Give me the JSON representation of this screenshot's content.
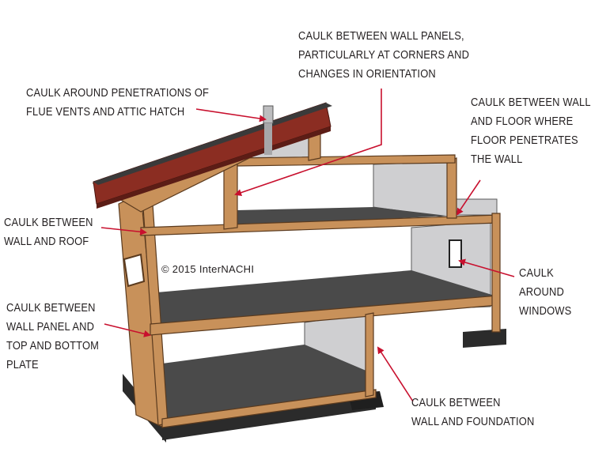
{
  "callouts": {
    "wall_panels": [
      "CAULK BETWEEN WALL PANELS,",
      "PARTICULARLY AT CORNERS AND",
      "CHANGES IN ORIENTATION"
    ],
    "penetrations": [
      "CAULK AROUND PENETRATIONS OF",
      "FLUE VENTS AND ATTIC HATCH"
    ],
    "wall_floor": [
      "CAULK BETWEEN WALL",
      "AND FLOOR WHERE",
      "FLOOR PENETRATES",
      "THE WALL"
    ],
    "wall_roof": [
      "CAULK BETWEEN",
      "WALL AND ROOF"
    ],
    "windows": [
      "CAULK",
      "AROUND",
      "WINDOWS"
    ],
    "top_bottom_plate": [
      "CAULK BETWEEN",
      "WALL PANEL AND",
      "TOP AND BOTTOM",
      "PLATE"
    ],
    "foundation": [
      "CAULK BETWEEN",
      "WALL AND FOUNDATION"
    ]
  },
  "copyright": "© 2015 InterNACHI",
  "colors": {
    "wood": "#c8915a",
    "wood_edge": "#5a3a1e",
    "floor": "#4a4a4a",
    "wall": "#cfcfd1",
    "roof": "#8b2d22",
    "roof_top": "#3a3a3a",
    "foundation": "#2b2b2b",
    "arrow": "#c8102e"
  }
}
